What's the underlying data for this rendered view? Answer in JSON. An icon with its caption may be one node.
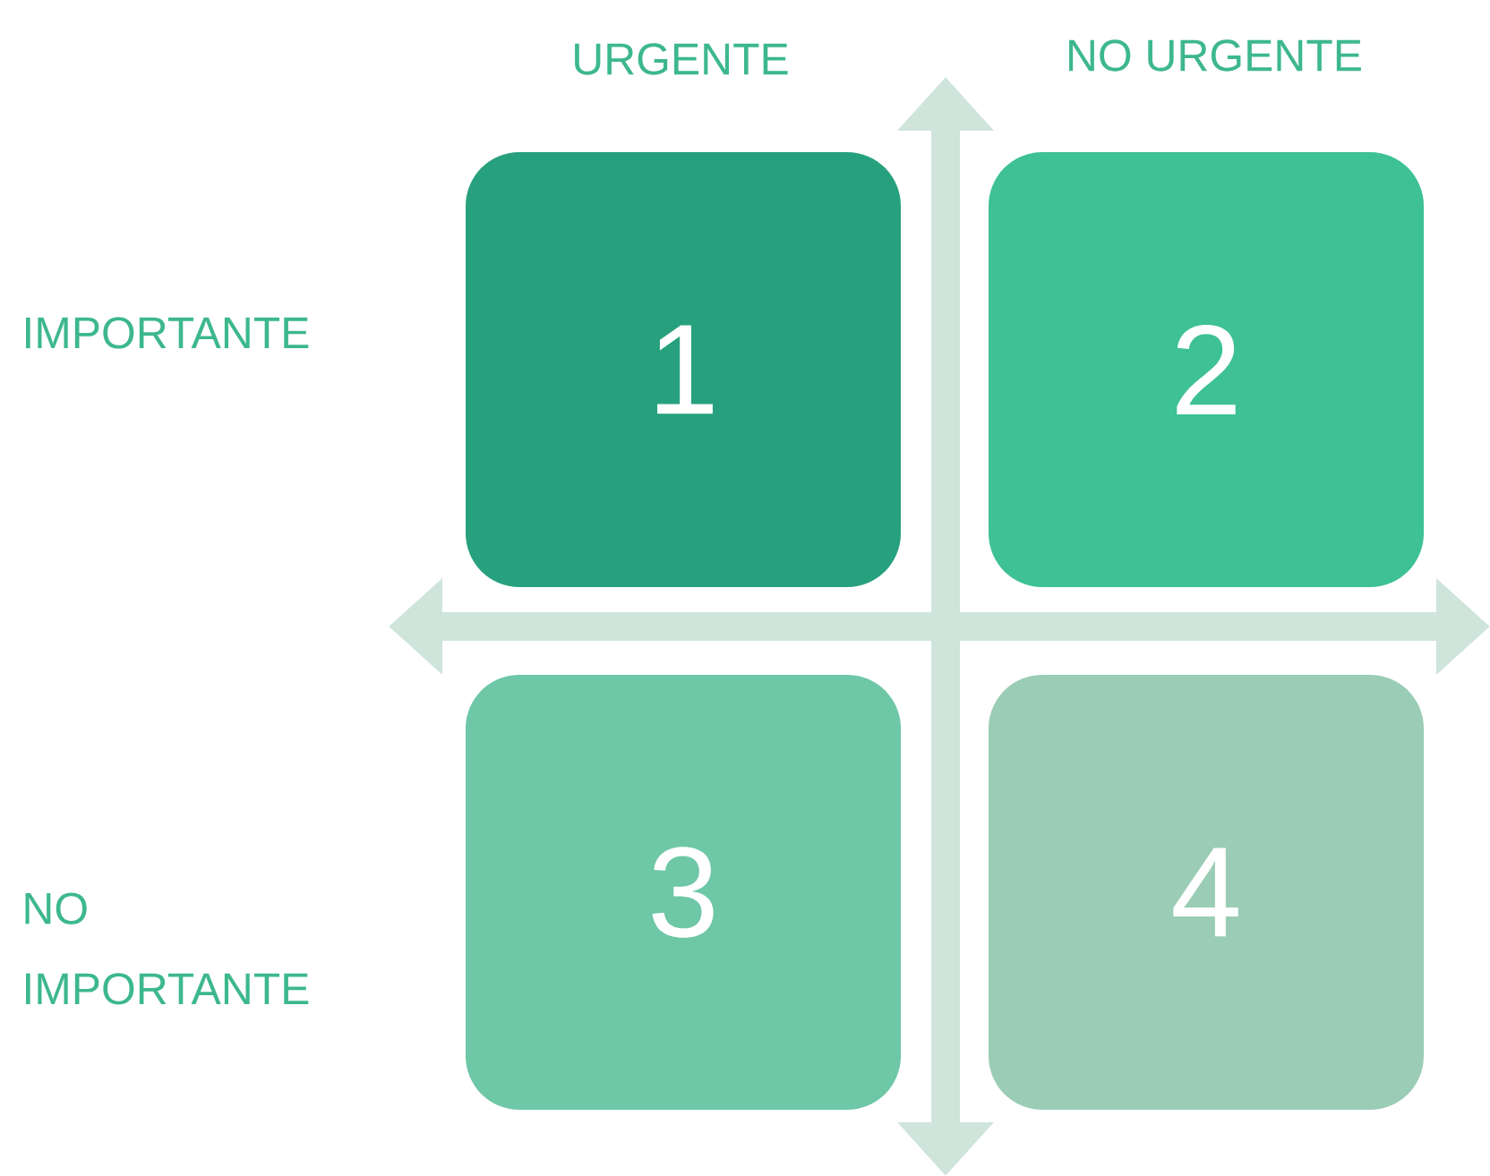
{
  "diagram": {
    "nodes": [
      {
        "text": [
          "1"
        ]
      },
      {
        "text": [
          "2"
        ]
      },
      {
        "text": [
          "3"
        ]
      },
      {
        "text": [
          "4"
        ]
      }
    ],
    "labels": [
      "URGENTE",
      "NO URGENTE",
      "IMPORTANTE",
      "NO IMPORTANTE"
    ]
  }
}
